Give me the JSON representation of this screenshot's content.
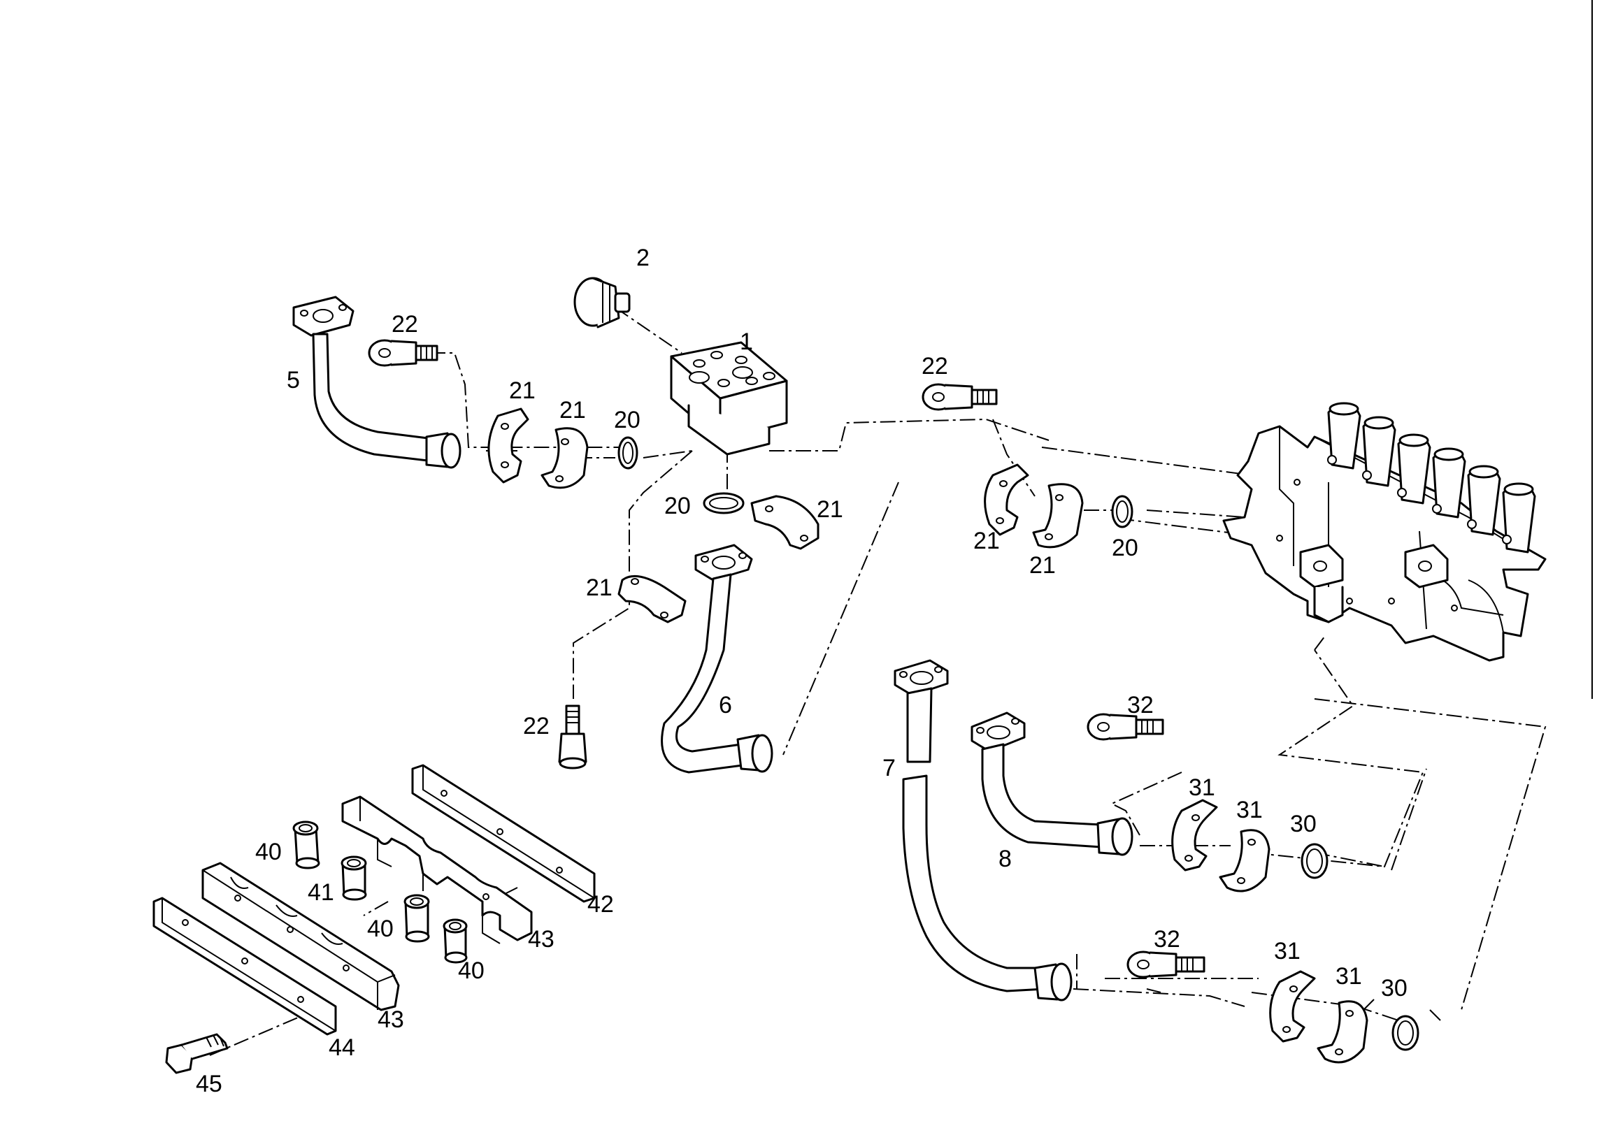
{
  "labels": {
    "p1": "1",
    "p2": "2",
    "p5": "5",
    "p6": "6",
    "p7": "7",
    "p8": "8",
    "p20a": "20",
    "p20b": "20",
    "p20c": "20",
    "p21a": "21",
    "p21b": "21",
    "p21c": "21",
    "p21d": "21",
    "p21e": "21",
    "p21f": "21",
    "p22a": "22",
    "p22b": "22",
    "p22c": "22",
    "p30a": "30",
    "p30b": "30",
    "p31a": "31",
    "p31b": "31",
    "p31c": "31",
    "p31d": "31",
    "p32a": "32",
    "p32b": "32",
    "p40a": "40",
    "p40b": "40",
    "p40c": "40",
    "p41": "41",
    "p42": "42",
    "p43a": "43",
    "p43b": "43",
    "p44": "44",
    "p45": "45"
  }
}
